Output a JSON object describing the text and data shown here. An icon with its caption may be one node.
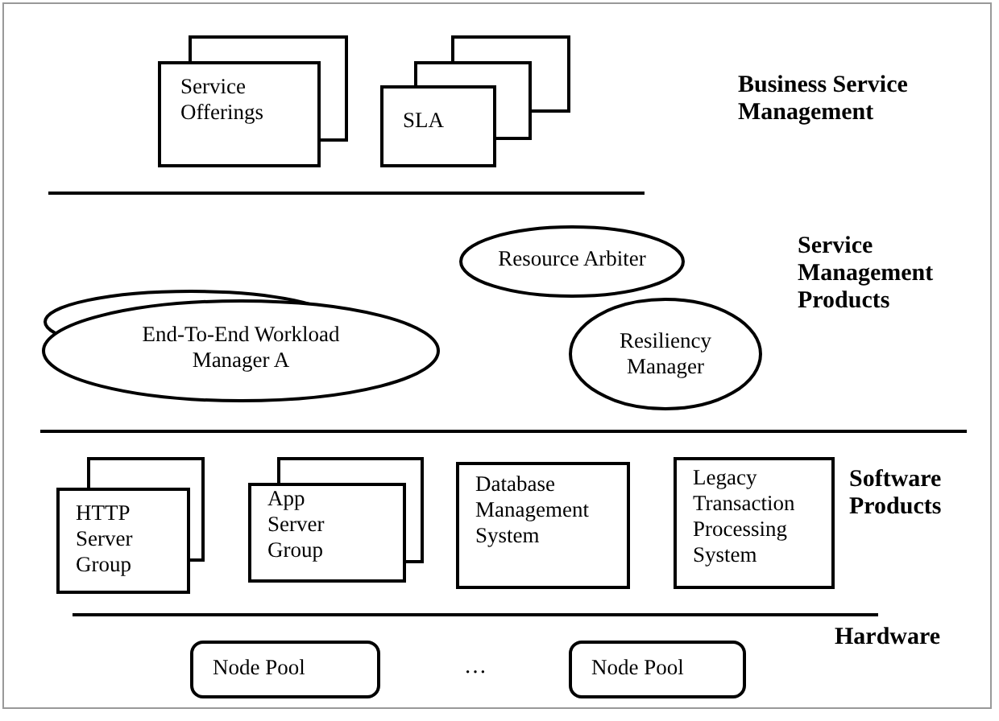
{
  "diagram": {
    "nodes": [
      {
        "text": [
          "Service Offerings"
        ]
      },
      {
        "text": [
          "SLA"
        ]
      },
      {
        "text": [
          "Resource Arbiter"
        ]
      },
      {
        "text": [
          "End-To-End Workload Manager A"
        ]
      },
      {
        "text": [
          "Resiliency Manager"
        ]
      },
      {
        "text": [
          "HTTP Server Group"
        ]
      },
      {
        "text": [
          "App Server Group"
        ]
      },
      {
        "text": [
          "Database Management System"
        ]
      },
      {
        "text": [
          "Legacy Transaction Processing System"
        ]
      },
      {
        "text": [
          "Node Pool"
        ]
      },
      {
        "text": [
          "Node Pool"
        ]
      }
    ],
    "labels": [
      "Business Service Management",
      "Service Management Products",
      "Software Products",
      "Hardware",
      "…"
    ]
  }
}
